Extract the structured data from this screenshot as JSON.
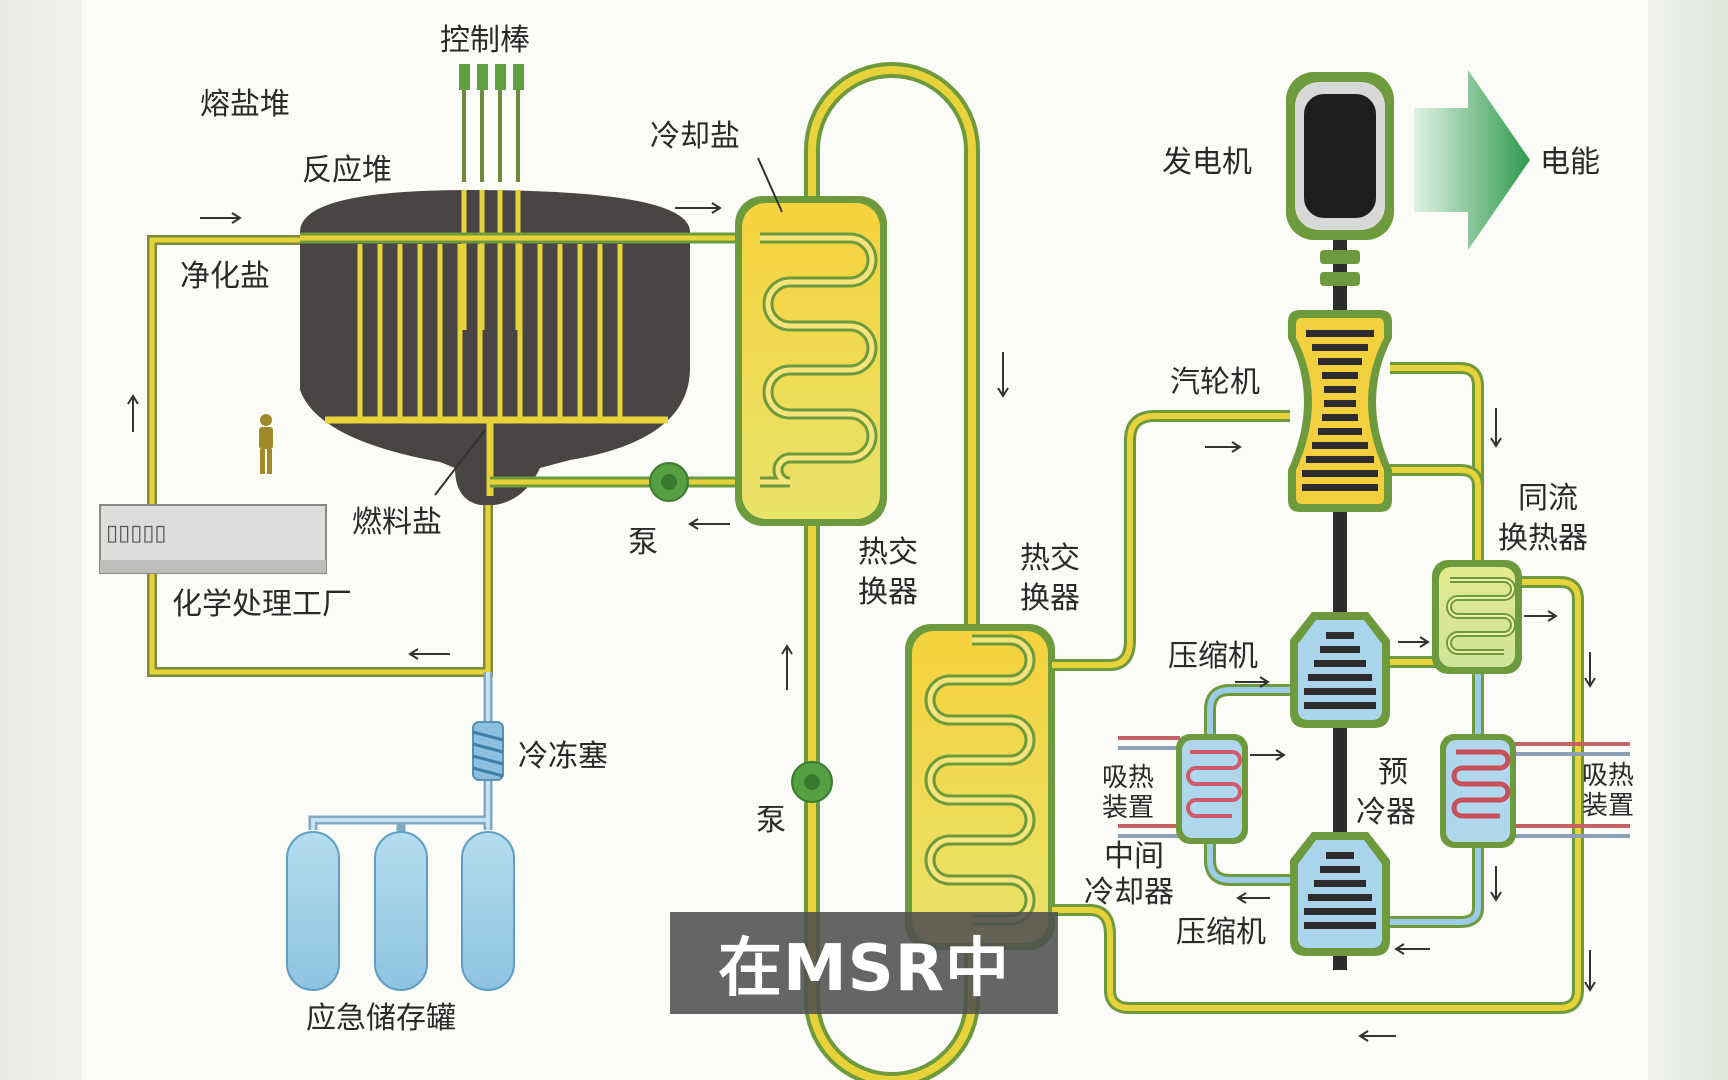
{
  "labels": {
    "control_rods": "控制棒",
    "molten_salt_reactor": "熔盐堆",
    "reactor": "反应堆",
    "purified_salt": "净化盐",
    "coolant_salt": "冷却盐",
    "fuel_salt": "燃料盐",
    "pump_1": "泵",
    "pump_2": "泵",
    "chemical_plant": "化学处理工厂",
    "freeze_plug": "冷冻塞",
    "emergency_tanks": "应急储存罐",
    "heat_exchanger_1_line1": "热交",
    "heat_exchanger_1_line2": "换器",
    "heat_exchanger_2_line1": "热交",
    "heat_exchanger_2_line2": "换器",
    "generator": "发电机",
    "electricity": "电能",
    "turbine": "汽轮机",
    "recuperator_line1": "同流",
    "recuperator_line2": "换热器",
    "compressor_1": "压缩机",
    "compressor_2": "压缩机",
    "heat_absorber_left_line1": "吸热",
    "heat_absorber_left_line2": "装置",
    "heat_absorber_right_line1": "吸热",
    "heat_absorber_right_line2": "装置",
    "precooler_line1": "预",
    "precooler_line2": "冷器",
    "intercooler_line1": "中间",
    "intercooler_line2": "冷却器",
    "panel_glyphs": "▯▯▯▯▯"
  },
  "subtitle": "在MSR中",
  "colors": {
    "pipe_yellow": "#e8d23a",
    "pipe_green": "#6d9a3c",
    "reactor_dark": "#474343",
    "exchanger_fill": "#f2cf3e",
    "cool_blue": "#9ccbe6",
    "tank_blue": "#a8d4ee",
    "arrow_green": "#3aa35a",
    "control_rod_green": "#5fa040"
  }
}
